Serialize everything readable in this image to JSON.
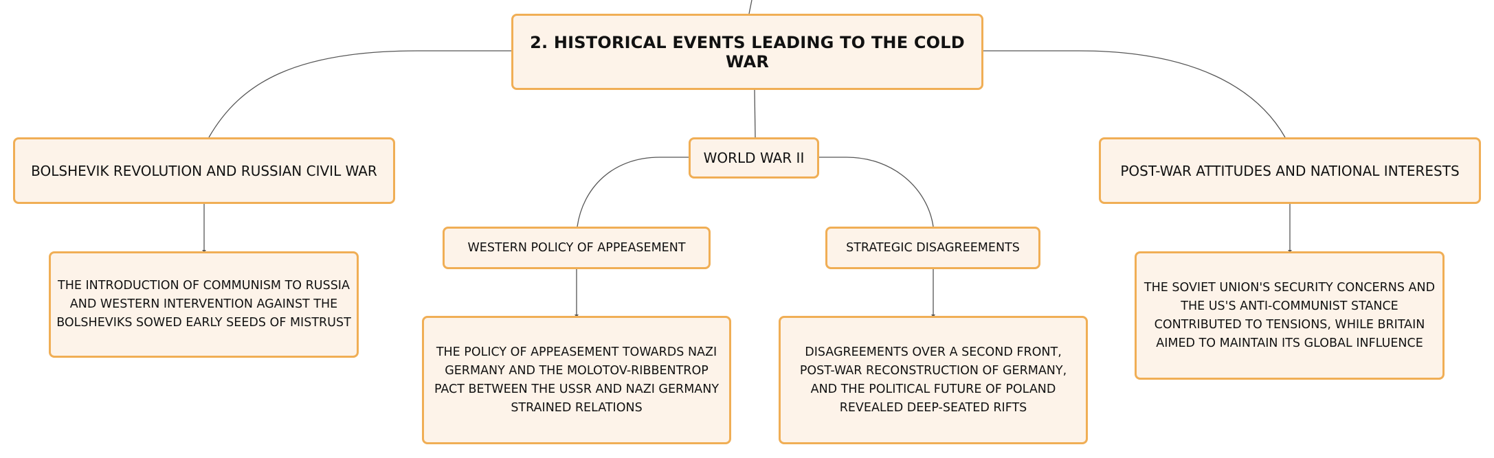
{
  "mindmap": {
    "root": {
      "label": "2. HISTORICAL EVENTS LEADING TO THE COLD WAR"
    },
    "branches": [
      {
        "label": "BOLSHEVIK REVOLUTION AND RUSSIAN CIVIL WAR",
        "detail": "THE INTRODUCTION OF COMMUNISM TO RUSSIA AND WESTERN INTERVENTION AGAINST THE BOLSHEVIKS SOWED EARLY SEEDS OF MISTRUST"
      },
      {
        "label": "WORLD WAR II",
        "children": [
          {
            "label": "WESTERN POLICY OF APPEASEMENT",
            "detail": "THE POLICY OF APPEASEMENT TOWARDS NAZI GERMANY AND THE MOLOTOV-RIBBENTROP PACT BETWEEN THE USSR AND NAZI GERMANY STRAINED RELATIONS"
          },
          {
            "label": "STRATEGIC DISAGREEMENTS",
            "detail": "DISAGREEMENTS OVER A SECOND FRONT, POST-WAR RECONSTRUCTION OF GERMANY, AND THE POLITICAL FUTURE OF POLAND REVEALED DEEP-SEATED RIFTS"
          }
        ]
      },
      {
        "label": "POST-WAR ATTITUDES AND NATIONAL INTERESTS",
        "detail": "THE SOVIET UNION'S SECURITY CONCERNS AND THE US'S ANTI-COMMUNIST STANCE CONTRIBUTED TO TENSIONS, WHILE BRITAIN AIMED TO MAINTAIN ITS GLOBAL INFLUENCE"
      }
    ]
  },
  "colors": {
    "node_fill": "#fdf3e9",
    "node_border": "#f0ae55",
    "connector": "#555555",
    "text": "#111111"
  }
}
